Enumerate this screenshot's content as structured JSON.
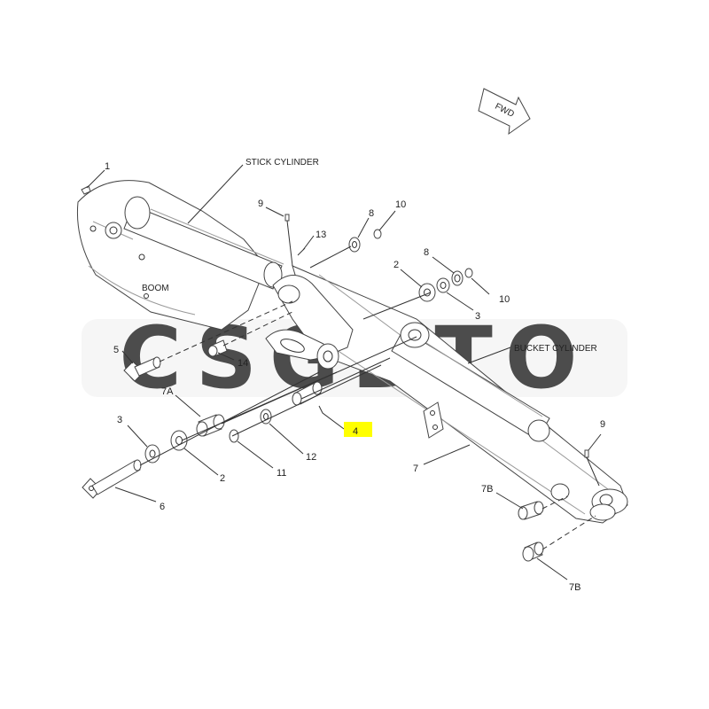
{
  "watermark": {
    "text": "CSGDTO",
    "color": "#d9d9d9"
  },
  "highlight_color": "#ffff00",
  "direction_arrow": {
    "label": "FWD"
  },
  "labels": {
    "stick_cylinder": "STICK CYLINDER",
    "boom": "BOOM",
    "bucket_cylinder": "BUCKET CYLINDER"
  },
  "callouts": {
    "c1": "1",
    "c9_top": "9",
    "c13": "13",
    "c8_top": "8",
    "c10_top": "10",
    "c2_right": "2",
    "c8_right": "8",
    "c10_right": "10",
    "c3_right": "3",
    "c5": "5",
    "c14": "14",
    "c7a": "7A",
    "c4": "4",
    "c3_left": "3",
    "c2_left": "2",
    "c12": "12",
    "c11": "11",
    "c6": "6",
    "c7": "7",
    "c9_right": "9",
    "c7b_upper": "7B",
    "c7b_lower": "7B"
  }
}
